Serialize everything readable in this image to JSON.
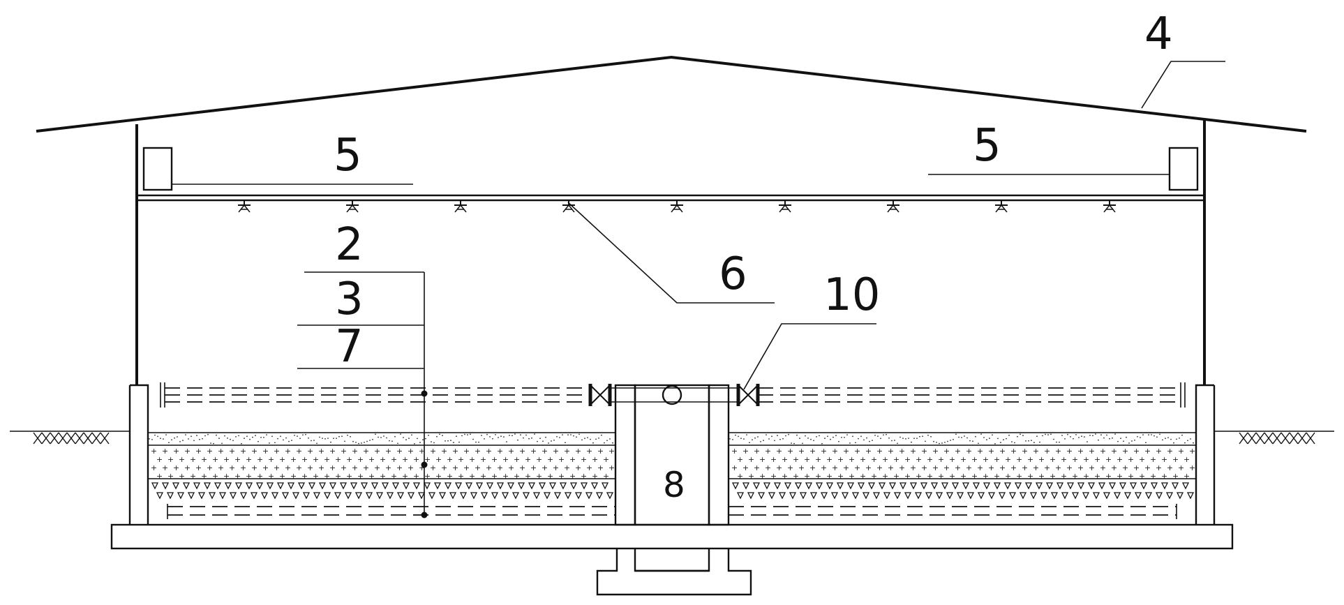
{
  "labels": {
    "roof": "4",
    "fan_left": "5",
    "fan_right": "5",
    "layer_top": "2",
    "layer_mid": "3",
    "layer_bottom": "7",
    "spray": "6",
    "valve": "10",
    "sump": "8"
  },
  "colors": {
    "line": "#111111",
    "background": "#ffffff"
  },
  "icons": {
    "sprinkler": "sprinkler-icon",
    "valve": "valve-icon",
    "fan": "fan-icon",
    "ground": "ground-hatch-icon"
  },
  "sprinkler_count": 9
}
